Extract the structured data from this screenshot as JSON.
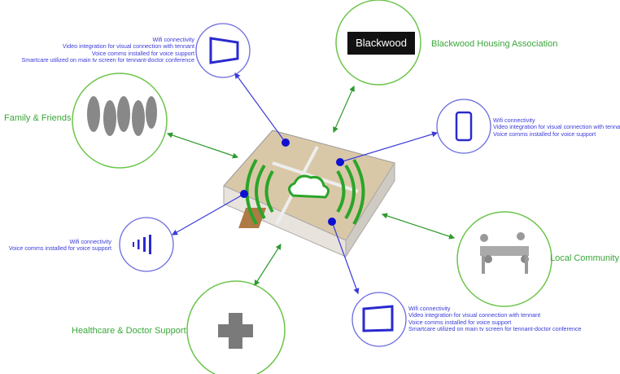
{
  "nodes": {
    "tv_top": {
      "lines": [
        "Wifi connectivity",
        "Video integration for visual connection with tennant",
        "Voice comms installed for voice support",
        "Smartcare utilized on main tv screen for tennant-doctor conference"
      ]
    },
    "blackwood": {
      "logo_text": "Blackwood",
      "label": "Blackwood Housing Association"
    },
    "family": {
      "label": "Family & Friends"
    },
    "phone": {
      "lines": [
        "Wifi connectivity",
        "Video integration for visual connection with tennant",
        "Voice comms installed for voice support"
      ]
    },
    "voice": {
      "lines": [
        "Wifi connectivity",
        "Voice comms installed for voice support"
      ]
    },
    "community": {
      "label": "Local Community"
    },
    "healthcare": {
      "label": "Healthcare & Doctor Support"
    },
    "tv_bottom": {
      "lines": [
        "Wifi connectivity",
        "Video integration for visual connection with tennant",
        "Voice comms installed for voice support",
        "Smartcare utilized on main tv screen for tennant-doctor conference"
      ]
    }
  },
  "colors": {
    "blue": "#3b3bd9",
    "green": "#3aa63a",
    "circle_blue": "#6b6be0",
    "circle_green": "#6cc44a"
  }
}
